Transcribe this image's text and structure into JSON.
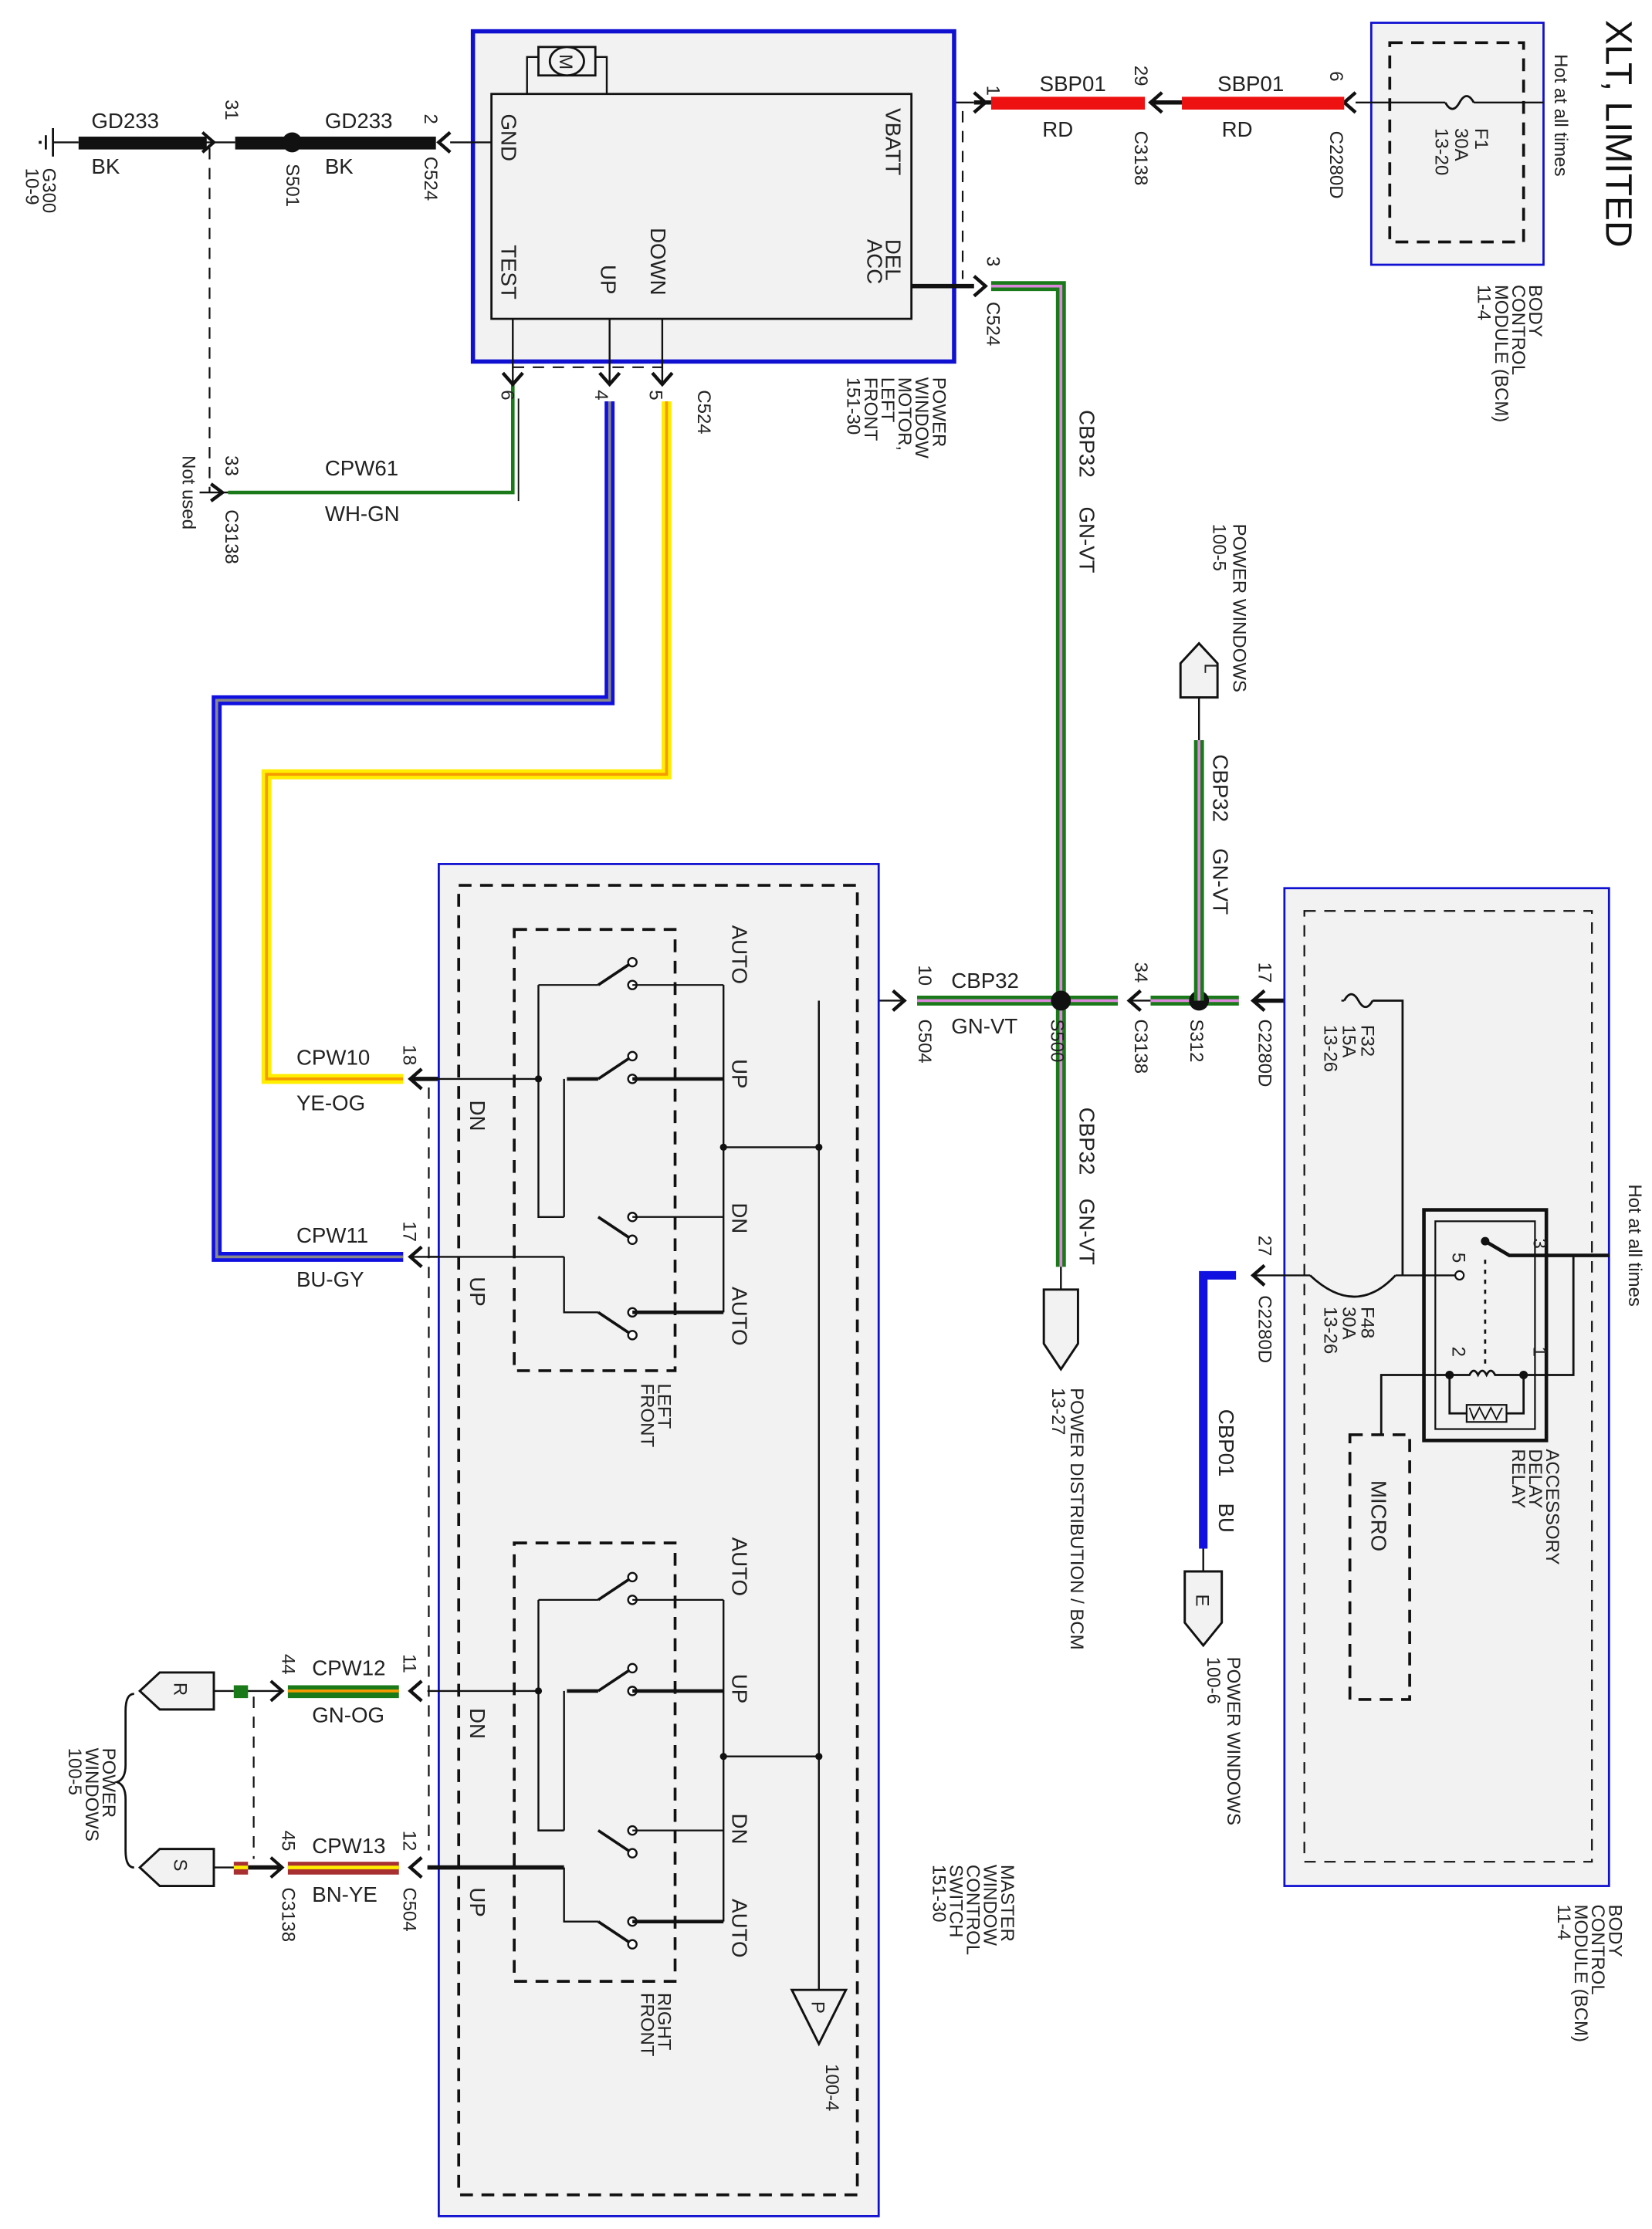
{
  "title": "XLT, LIMITED",
  "colors": {
    "module_border": "#1010d0",
    "module_fill": "#f2f2f2",
    "wire_black": "#111111",
    "wire_red": "#ee1111",
    "wire_green": "#1a7a1a",
    "wire_violet": "#dd88dd",
    "wire_blue": "#1010e0",
    "wire_gray": "#888888",
    "wire_yellow": "#ffee00",
    "wire_orange": "#f59a00",
    "wire_brown": "#a83030"
  },
  "components": {
    "bcm_top": {
      "name_lines": [
        "BODY",
        "CONTROL",
        "MODULE (BCM)",
        "11-4"
      ],
      "hot_label": "Hot at all times",
      "fuse": {
        "id": "F1",
        "rating": "30A",
        "ref": "13-20"
      }
    },
    "bcm_bottom": {
      "name_lines": [
        "BODY",
        "CONTROL",
        "MODULE (BCM)",
        "11-4"
      ],
      "hot_label": "Hot at all times",
      "fuse_f32": {
        "id": "F32",
        "rating": "15A",
        "ref": "13-26"
      },
      "fuse_f48": {
        "id": "F48",
        "rating": "30A",
        "ref": "13-26"
      },
      "relay": {
        "name_lines": [
          "ACCESSORY",
          "DELAY",
          "RELAY"
        ],
        "pins": [
          "3",
          "5",
          "2",
          "1"
        ]
      },
      "micro": "MICRO"
    },
    "motor": {
      "name_lines": [
        "POWER",
        "WINDOW",
        "MOTOR,",
        "LEFT",
        "FRONT",
        "151-30"
      ],
      "motor_symbol": "M",
      "pins": {
        "gnd": "GND",
        "vbatt": "VBATT",
        "test": "TEST",
        "up": "UP",
        "down": "DOWN",
        "del_acc": [
          "DEL",
          "ACC"
        ]
      }
    },
    "master_switch": {
      "name_lines": [
        "MASTER",
        "WINDOW",
        "CONTROL",
        "SWITCH",
        "151-30"
      ],
      "left_front": {
        "name_lines": [
          "LEFT",
          "FRONT"
        ],
        "labels": [
          "AUTO",
          "UP",
          "DN",
          "AUTO"
        ],
        "side_labels": [
          "DN",
          "UP"
        ]
      },
      "right_front": {
        "name_lines": [
          "RIGHT",
          "FRONT"
        ],
        "labels": [
          "AUTO",
          "UP",
          "DN",
          "AUTO"
        ],
        "side_labels": [
          "DN",
          "UP"
        ]
      },
      "ground_ref": {
        "letter": "P",
        "ref": "100-4"
      }
    }
  },
  "wires": {
    "gnd_left": {
      "circuit": "GD233",
      "color": "BK",
      "pin": "31",
      "ground": "G300",
      "ground_ref": "10-9"
    },
    "gnd_right": {
      "circuit": "GD233",
      "color": "BK",
      "pin": "2",
      "connector": "C524",
      "splice": "S501"
    },
    "test": {
      "circuit": "CPW61",
      "color": "WH-GN",
      "pin_motor": "6",
      "pin_end": "33",
      "connector": "C3138",
      "note": "Not used"
    },
    "motor_up_pin": "4",
    "motor_down_pin": "5",
    "motor_connector": "C524",
    "sbp01_a": {
      "circuit": "SBP01",
      "color": "RD",
      "pin": "1"
    },
    "sbp01_b": {
      "circuit": "SBP01",
      "color": "RD",
      "pin_mid": "29",
      "connector_mid": "C3138",
      "pin": "6",
      "connector": "C2280D"
    },
    "del_acc": {
      "pin": "3",
      "connector": "C524",
      "circuit": "CBP32",
      "color": "GN-VT"
    },
    "cbp32_pw": {
      "circuit": "CBP32",
      "color": "GN-VT",
      "connector_letter": "L",
      "dest_lines": [
        "POWER WINDOWS",
        "100-5"
      ]
    },
    "cbp32_main": {
      "pin_switch": "10",
      "connector_switch": "C504",
      "circuit": "CBP32",
      "color": "GN-VT",
      "splice_a": "S500",
      "pin_mid": "34",
      "connector_mid": "C3138",
      "splice_b": "S312",
      "pin_bcm": "17",
      "connector_bcm": "C2280D"
    },
    "cbp32_dist": {
      "circuit": "CBP32",
      "color": "GN-VT",
      "dest_lines": [
        "POWER DISTRIBUTION / BCM",
        "13-27"
      ]
    },
    "cbp01": {
      "pin": "27",
      "connector": "C2280D",
      "circuit": "CBP01",
      "color": "BU",
      "connector_letter": "E",
      "dest_lines": [
        "POWER WINDOWS",
        "100-6"
      ]
    },
    "cpw10": {
      "circuit": "CPW10",
      "color": "YE-OG",
      "pin": "18"
    },
    "cpw11": {
      "circuit": "CPW11",
      "color": "BU-GY",
      "pin": "17"
    },
    "cpw12": {
      "circuit": "CPW12",
      "color": "GN-OG",
      "pin_switch": "11",
      "pin_end": "44",
      "connector_letter": "R"
    },
    "cpw13": {
      "circuit": "CPW13",
      "color": "BN-YE",
      "pin_switch": "12",
      "pin_end": "45",
      "connector_letter": "S",
      "connector_end": "C3138",
      "connector_switch": "C504"
    },
    "rs_dest_lines": [
      "POWER",
      "WINDOWS",
      "100-5"
    ]
  }
}
